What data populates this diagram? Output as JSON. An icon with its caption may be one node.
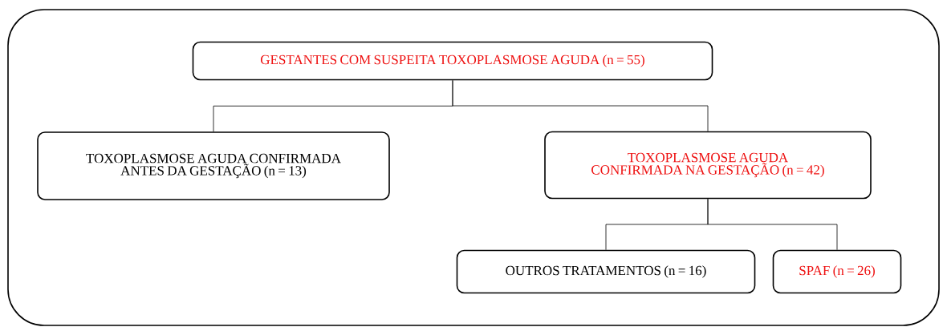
{
  "diagram": {
    "nodes": [
      {
        "text": [],
        "shape": "box"
      },
      {
        "text": [
          "GESTANTES COM SUSPEITA TOXOPLASMOSE AGUDA (n = 55)"
        ],
        "in": 0
      },
      {
        "text": [
          "TOXOPLASMOSE AGUDA CONFIRMADA ANTES DA GESTAÇÃO (n = 13)"
        ],
        "in": 0
      },
      {
        "text": [
          "TOXOPLASMOSE AGUDA CONFIRMADA NA GESTAÇÃO (n = 42)"
        ],
        "in": 0
      },
      {
        "text": [
          "OUTROS TRATAMENTOS (n = 16)"
        ],
        "in": 0
      },
      {
        "text": [
          "SPAF (n = 26)"
        ],
        "in": 0
      }
    ],
    "edges": [
      {
        "from": 1,
        "to": 2,
        "arrow": "none"
      },
      {
        "from": 1,
        "to": 3,
        "arrow": "none"
      },
      {
        "from": 3,
        "to": 4,
        "arrow": "none"
      },
      {
        "from": 3,
        "to": 5,
        "arrow": "none"
      }
    ]
  }
}
